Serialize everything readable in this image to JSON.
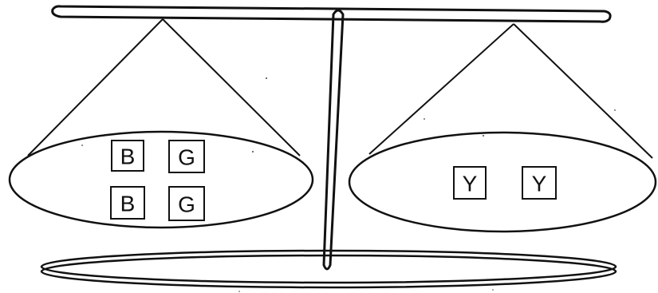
{
  "left_pan": {
    "blocks": [
      "B",
      "G",
      "B",
      "G"
    ]
  },
  "right_pan": {
    "blocks": [
      "Y",
      "Y"
    ]
  },
  "colors": {
    "ink": "#111111",
    "background": "#ffffff"
  }
}
